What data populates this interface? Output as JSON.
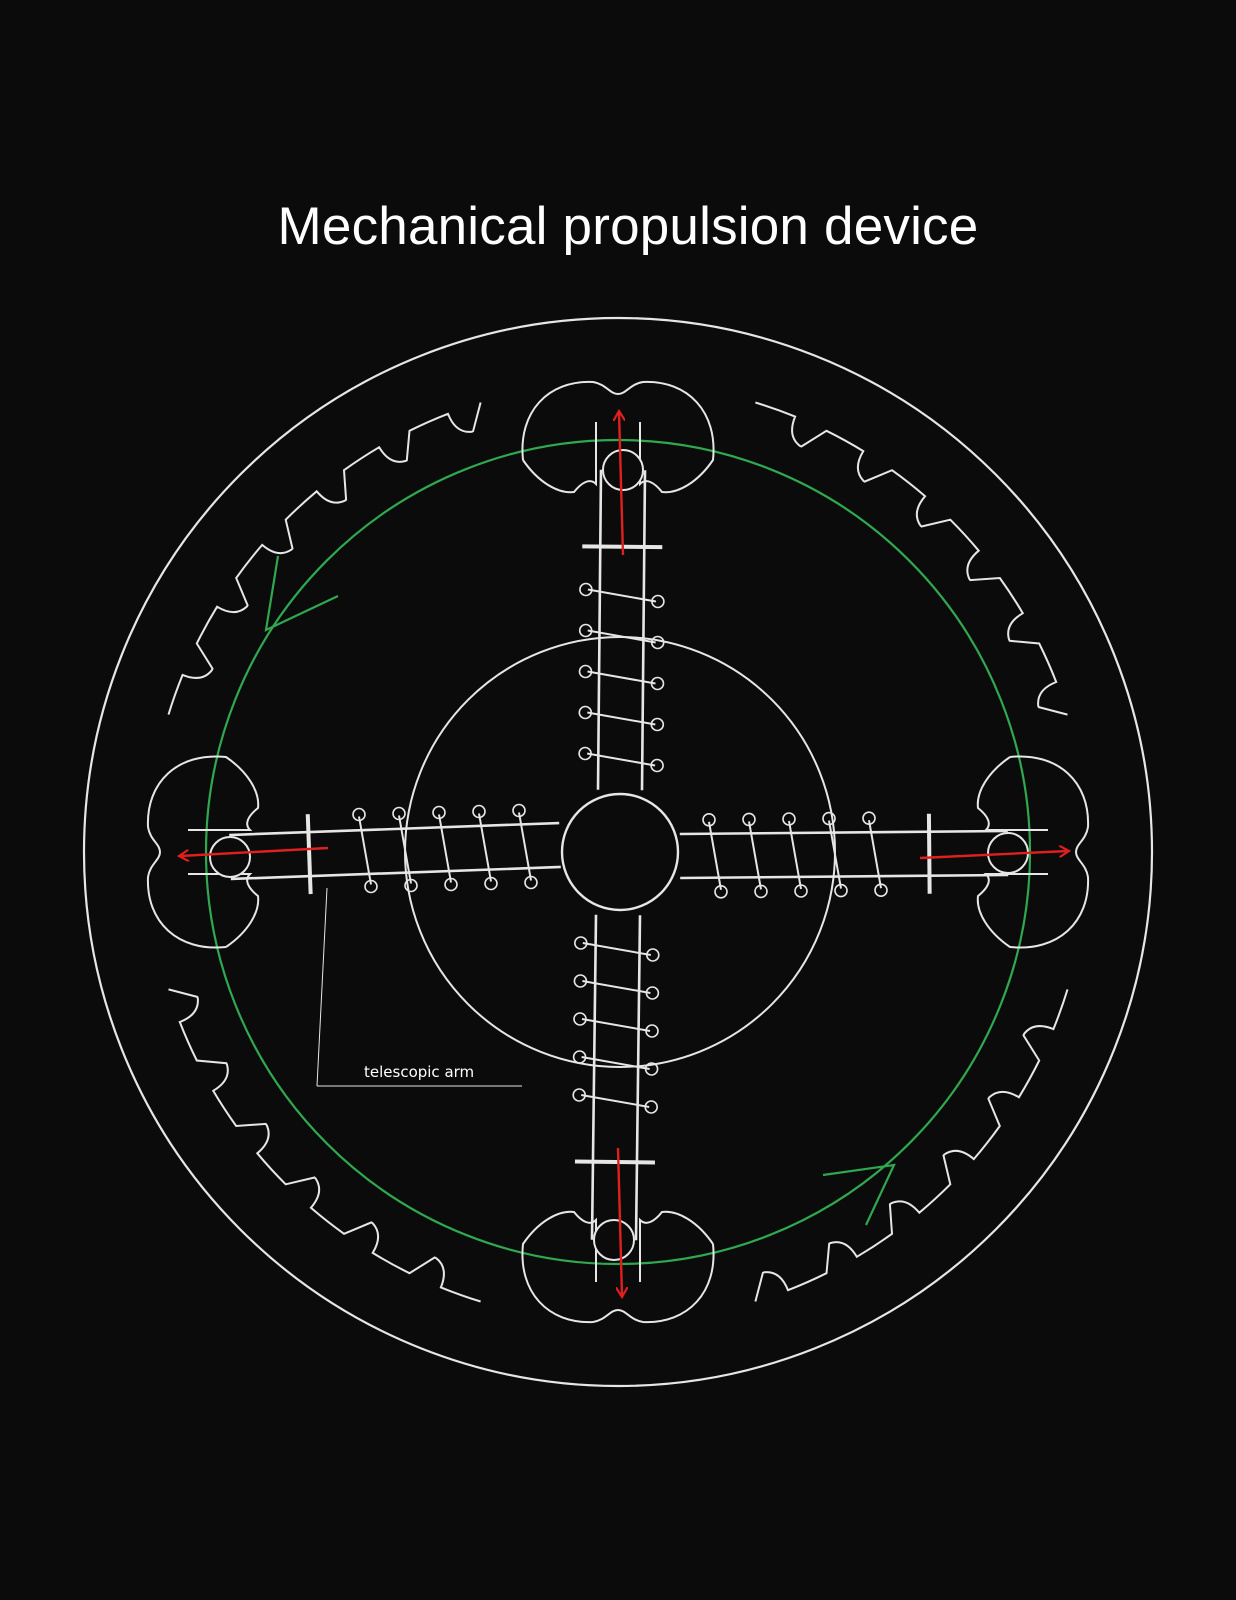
{
  "title": "Mechanical propulsion device",
  "callout": {
    "label": "telescopic arm"
  },
  "colors": {
    "background": "#0b0b0b",
    "line_art": "#e6e6e6",
    "rotation_arrow": "#2fa84f",
    "thrust_arrow": "#e0201f"
  },
  "components": {
    "arm_count": 4,
    "cam_lobe_count": 4,
    "rotation_direction": "counter-clockwise"
  }
}
